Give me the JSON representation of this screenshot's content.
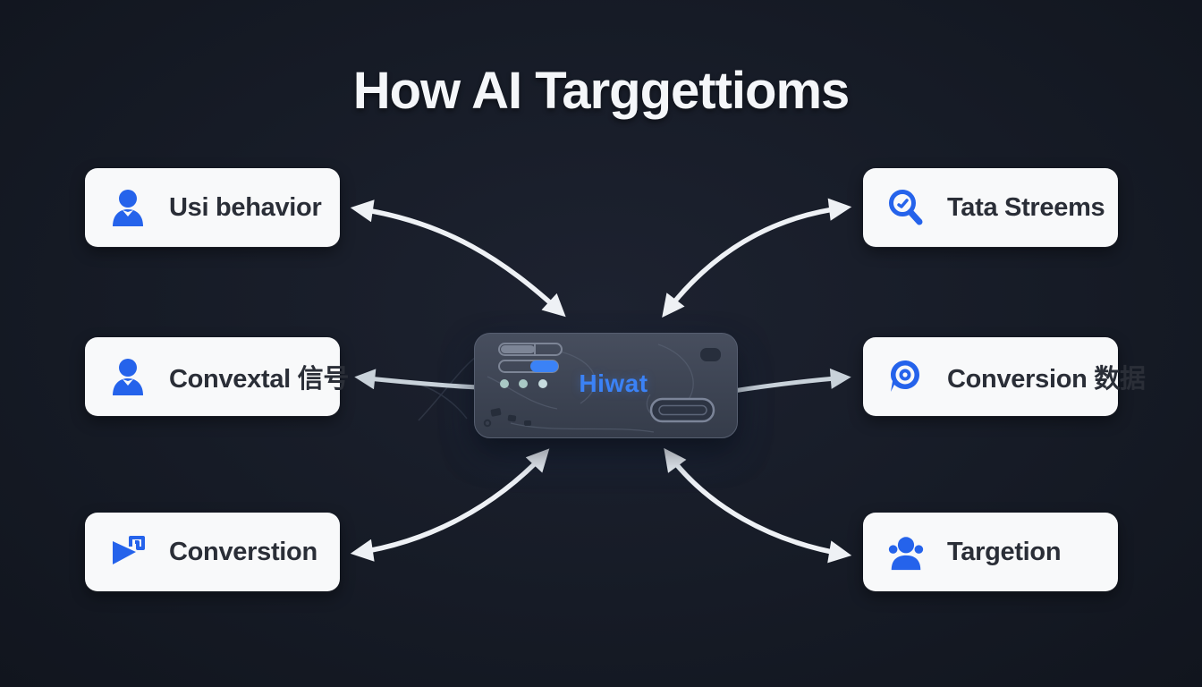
{
  "title": "How AI Targgettioms",
  "hub": {
    "label": "Hiwat",
    "icon": "hub-device",
    "status_dots": 3
  },
  "nodes": {
    "left": [
      {
        "label": "Usi behavior",
        "icon": "user-icon"
      },
      {
        "label": "Convextal 信号",
        "icon": "user-icon"
      },
      {
        "label": "Converstion",
        "icon": "flag-play-icon"
      }
    ],
    "right": [
      {
        "label": "Tata Streems",
        "icon": "search-clock-icon"
      },
      {
        "label": "Conversion 数据",
        "icon": "map-pin-icon"
      },
      {
        "label": "Targetion",
        "icon": "users-icon"
      }
    ]
  },
  "colors": {
    "background": "#161b26",
    "box_bg": "#f8f9fa",
    "box_text": "#2a2e37",
    "accent_blue": "#2563eb",
    "hub_bg": "#3c4352",
    "hub_label_blue": "#3b82f6",
    "arrow_white": "#eef1f5",
    "arrow_gray": "#c9d2da",
    "title_color": "#f4f6f9"
  }
}
